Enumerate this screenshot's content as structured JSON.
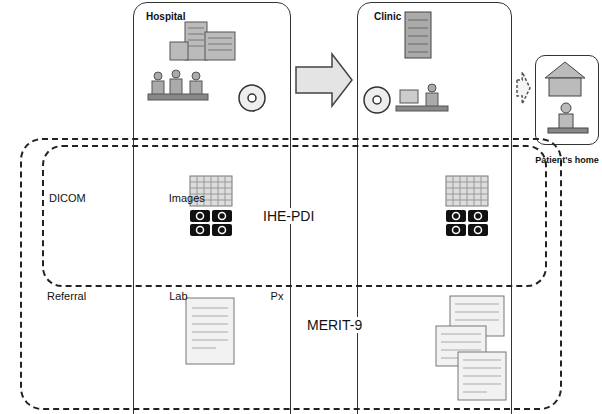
{
  "diagram": {
    "nodes": [
      {
        "text": [
          "Hospital"
        ]
      },
      {
        "text": [
          "Clinic"
        ]
      },
      {
        "text": [
          "Patient's home"
        ]
      },
      {
        "text": [
          "Referral Lab Px",
          "MERIT-9"
        ]
      },
      {
        "text": [
          "DICOM Images",
          "IHE-PDI"
        ],
        "in": 3
      }
    ],
    "edges": [
      {
        "from": 0,
        "to": 1,
        "arrow": "to"
      },
      {
        "from": 1,
        "to": 2,
        "arrow": "to"
      }
    ]
  }
}
